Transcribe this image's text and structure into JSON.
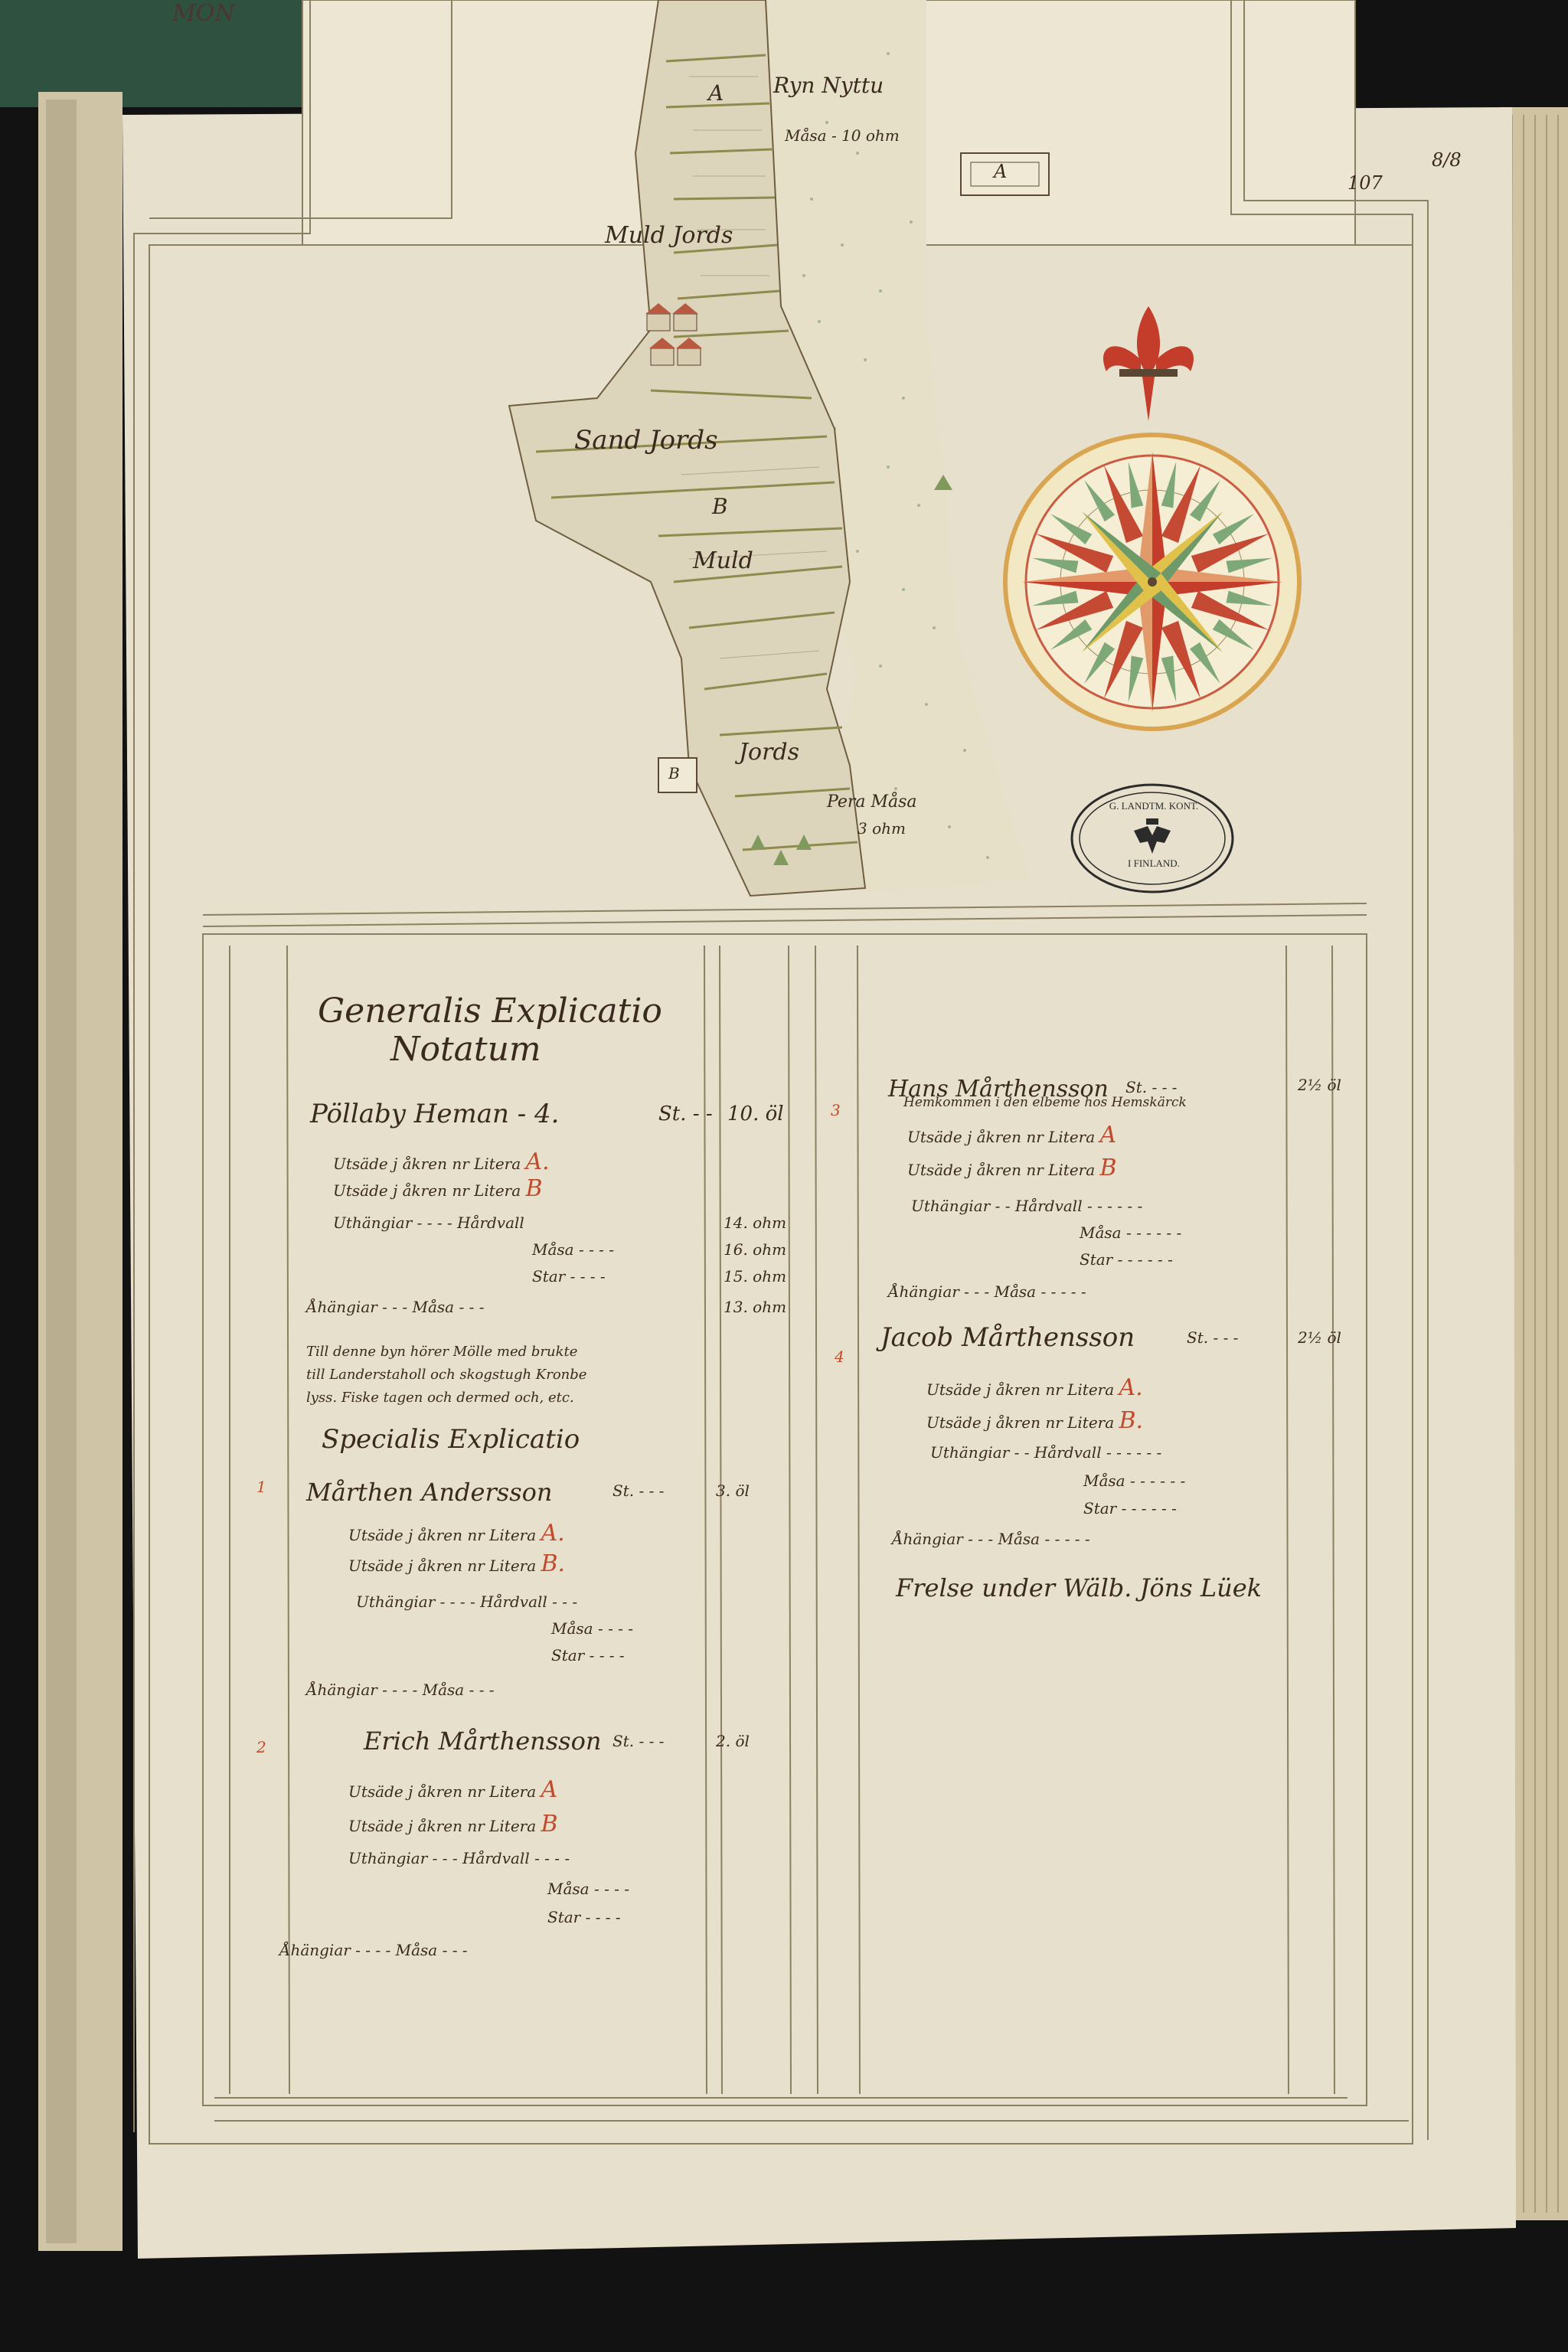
{
  "top_tab": {
    "text": "MON"
  },
  "page_number": {
    "value": "107",
    "alt": "8/8"
  },
  "map": {
    "labels": {
      "top_field": "Ryn Nyttu",
      "top_meadow": "Måsa - 10 ohm",
      "a_letter": "A",
      "a_box": "A",
      "muld_jords_1": "Muld Jords",
      "sand_jords": "Sand Jords",
      "b_letter": "B",
      "muld_2": "Muld",
      "jords_3": "Jords",
      "b_box": "B",
      "pera_mossa": "Pera Måsa",
      "pera_ohm": "3 ohm"
    }
  },
  "stamp": {
    "line1": "G. LANDTM. KONT.",
    "line2": "I FINLAND."
  },
  "left_column": {
    "title_line1": "Generalis Explicatio",
    "title_line2": "Notatum",
    "village_header": {
      "name": "Pöllaby Heman - 4.",
      "unit": "St. - -",
      "value": "10. öl"
    },
    "rows": [
      {
        "label": "Utsäde j åkren nr Litera",
        "lit": "A."
      },
      {
        "label": "Utsäde j åkren nr Litera",
        "lit": "B"
      }
    ],
    "hay_rows": [
      {
        "label": "Uthängiar - - - - Hårdvall",
        "value": "14. ohm"
      },
      {
        "label": "Måsa - - - -",
        "value": "16. ohm"
      },
      {
        "label": "Star - - - -",
        "value": "15. ohm"
      },
      {
        "label": "Åhängiar - - - Måsa - - -",
        "value": "13. ohm"
      }
    ],
    "note_lines": [
      "Till denne byn hörer Mölle med brukte",
      "till Landerstaholl och skogstugh Kronbe",
      "lyss. Fiske tagen och dermed och, etc."
    ],
    "special_title": "Specialis Explicatio",
    "special_entries": [
      {
        "num": "1",
        "name": "Mårthen Andersson",
        "unit": "St. - - -",
        "value": "3. öl",
        "rows": [
          {
            "label": "Utsäde j åkren nr Litera",
            "lit": "A."
          },
          {
            "label": "Utsäde j åkren nr Litera",
            "lit": "B."
          }
        ],
        "hay": [
          "Uthängiar - - - - Hårdvall - - -",
          "Måsa - - - -",
          "Star - - - -",
          "Åhängiar - - - - Måsa - - -"
        ]
      },
      {
        "num": "2",
        "name": "Erich Mårthensson",
        "unit": "St. - - -",
        "value": "2. öl",
        "rows": [
          {
            "label": "Utsäde j åkren nr Litera",
            "lit": "A"
          },
          {
            "label": "Utsäde j åkren nr Litera",
            "lit": "B"
          }
        ],
        "hay": [
          "Uthängiar - - - Hårdvall - - - -",
          "Måsa - - - -",
          "Star - - - -",
          "Åhängiar - - - - Måsa - - -"
        ]
      }
    ]
  },
  "right_column": {
    "entries": [
      {
        "num": "3",
        "name": "Hans Mårthensson",
        "unit": "St. - - -",
        "value": "2½ öl",
        "sub": "Hemkommen i den elbeme hos Hemskärck",
        "rows": [
          {
            "label": "Utsäde j åkren nr Litera",
            "lit": "A"
          },
          {
            "label": "Utsäde j åkren nr Litera",
            "lit": "B"
          }
        ],
        "hay": [
          "Uthängiar - - Hårdvall - - - - - -",
          "Måsa - - - - - -",
          "Star - - - - - -",
          "Åhängiar - - - Måsa - - - - -"
        ]
      },
      {
        "num": "4",
        "name": "Jacob Mårthensson",
        "unit": "St. - - -",
        "value": "2½ öl",
        "rows": [
          {
            "label": "Utsäde j åkren nr Litera",
            "lit": "A."
          },
          {
            "label": "Utsäde j åkren nr Litera",
            "lit": "B."
          }
        ],
        "hay": [
          "Uthängiar - - Hårdvall - - - - - -",
          "Måsa - - - - - -",
          "Star - - - - - -",
          "Åhängiar - - - Måsa - - - - -"
        ]
      }
    ],
    "footer": "Frelse under Wälb. Jöns Lüek"
  }
}
